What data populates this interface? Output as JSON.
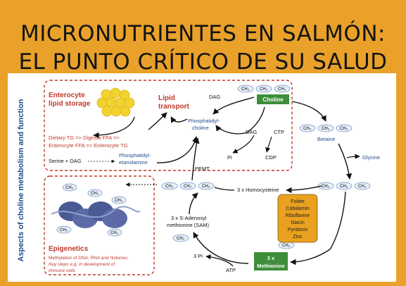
{
  "title_line1": "MICRONUTRIENTES EN SALMÓN:",
  "title_line2": "EL PUNTO CRÍTICO DE SU SALUD",
  "side_label": "Aspects of choline metabolism and function",
  "lipid": {
    "storage": [
      "Enterocyte",
      "lipid storage"
    ],
    "transport": [
      "Lipid",
      "transport"
    ],
    "dietary": [
      "Dietary TG => Digesta FFA =>",
      "Enterocyte FFA => Enterocyte TG"
    ],
    "serine": "Serine + DAG",
    "pe": [
      "Phosphatidyl-",
      "etanolamine"
    ],
    "pc": [
      "Phosphatidyl-",
      "choline"
    ]
  },
  "epigenetics": {
    "title": "Epigenetics",
    "line1": "Methylation of DNA, RNA and histones:",
    "line2": "Key steps e.g. in development of",
    "line3": "immune cells"
  },
  "cycle": {
    "dag": "DAG",
    "dag2": "DAG",
    "ctp": "CTP",
    "pi": "Pi",
    "cdp": "CDP",
    "pemt": "PEMT",
    "choline": "Choline",
    "betaine": "Betaine",
    "glycine": "Glycine",
    "homocysteine": "3 x Homocysteine",
    "sam": [
      "3 x S-Adenosyl",
      "methionine (SAM)"
    ],
    "methionine": [
      "3 x",
      "Methionine"
    ],
    "three_pi": "3 Pi",
    "atp": "ATP",
    "ch3": "CH₃"
  },
  "cofactors": [
    "Folate",
    "Cobalamin",
    "Riboflavine",
    "Niacin",
    "Pyridoxin",
    "Zinc"
  ],
  "colors": {
    "background": "#E9A12A",
    "accent_red": "#C0392B",
    "green_box": "#3E8E3A",
    "cofactor_fill": "#E9A11F",
    "text_blue": "#1F4E8C"
  }
}
